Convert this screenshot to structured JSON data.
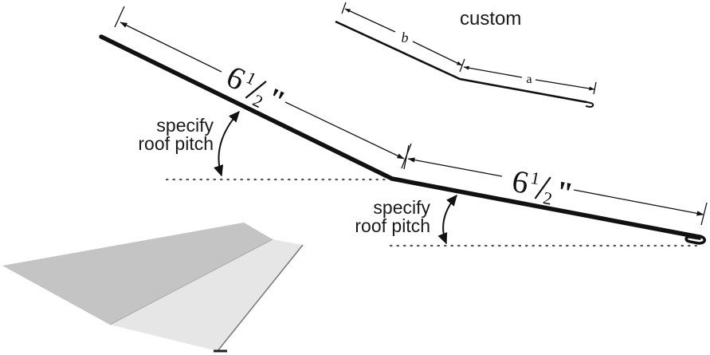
{
  "diagram": {
    "custom_label": "custom",
    "inset_label_b": "b",
    "inset_label_a": "a",
    "upper_dimension": {
      "whole": "6",
      "num": "1",
      "den": "2",
      "unit": "\""
    },
    "lower_dimension": {
      "whole": "6",
      "num": "1",
      "den": "2",
      "unit": "\""
    },
    "pitch_label_upper": [
      "specify",
      "roof pitch"
    ],
    "pitch_label_lower": [
      "specify",
      "roof pitch"
    ],
    "colors": {
      "panel_dark": "#c4c4c4",
      "panel_light": "#e6e6e6",
      "panel_edge": "#9a9a9a",
      "line": "#111111"
    }
  }
}
